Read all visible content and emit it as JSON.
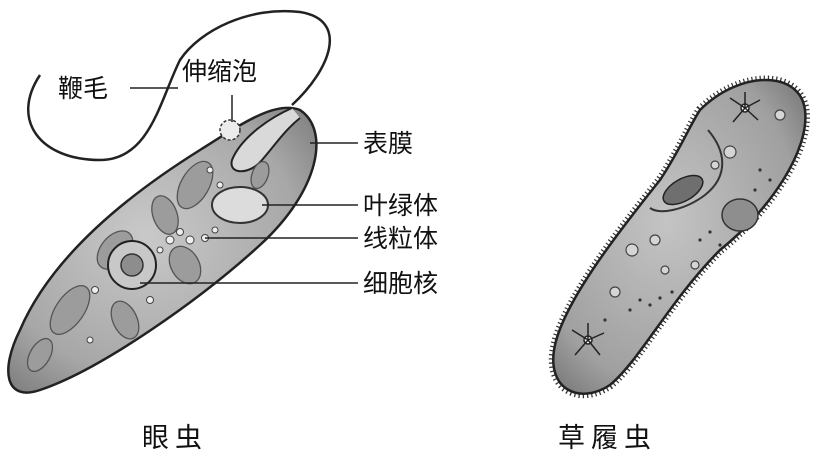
{
  "euglena": {
    "caption": "眼虫",
    "labels": {
      "flagellum": "鞭毛",
      "contractile_vacuole": "伸缩泡",
      "pellicle": "表膜",
      "chloroplast": "叶绿体",
      "mitochondria": "线粒体",
      "nucleus": "细胞核"
    }
  },
  "paramecium": {
    "caption": "草履虫"
  }
}
